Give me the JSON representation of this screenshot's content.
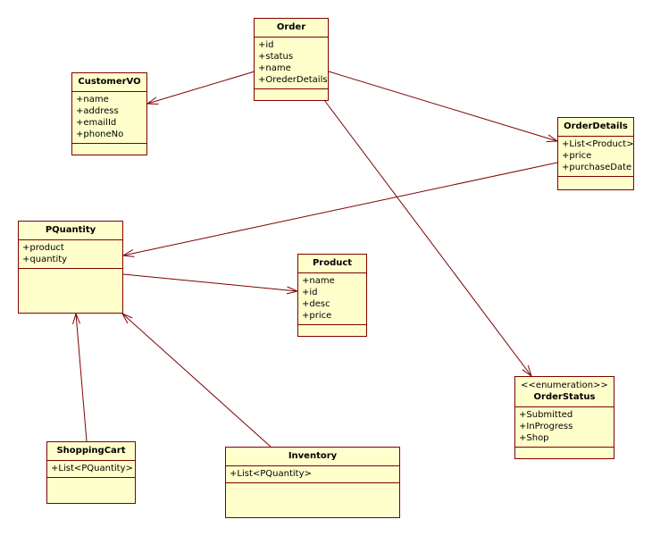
{
  "classes": {
    "order": {
      "name": "Order",
      "attributes": [
        "+id",
        "+status",
        "+name",
        "+OrederDetails"
      ]
    },
    "customer_vo": {
      "name": "CustomerVO",
      "attributes": [
        "+name",
        "+address",
        "+emailId",
        "+phoneNo"
      ]
    },
    "order_details": {
      "name": "OrderDetails",
      "attributes": [
        "+List<Product>",
        "+price",
        "+purchaseDate"
      ]
    },
    "pquantity": {
      "name": "PQuantity",
      "attributes": [
        "+product",
        "+quantity"
      ]
    },
    "product": {
      "name": "Product",
      "attributes": [
        "+name",
        "+id",
        "+desc",
        "+price"
      ]
    },
    "order_status": {
      "stereotype": "<<enumeration>>",
      "name": "OrderStatus",
      "attributes": [
        "+Submitted",
        "+InProgress",
        "+Shop"
      ]
    },
    "shopping_cart": {
      "name": "ShoppingCart",
      "attributes": [
        "+List<PQuantity>"
      ]
    },
    "inventory": {
      "name": "Inventory",
      "attributes": [
        "+List<PQuantity>"
      ]
    }
  },
  "associations": [
    {
      "from": "Order",
      "to": "CustomerVO"
    },
    {
      "from": "Order",
      "to": "OrderDetails"
    },
    {
      "from": "Order",
      "to": "OrderStatus"
    },
    {
      "from": "OrderDetails",
      "to": "PQuantity"
    },
    {
      "from": "PQuantity",
      "to": "Product"
    },
    {
      "from": "ShoppingCart",
      "to": "PQuantity"
    },
    {
      "from": "Inventory",
      "to": "PQuantity"
    }
  ],
  "colors": {
    "class_fill": "#ffffcc",
    "line": "#800000"
  }
}
